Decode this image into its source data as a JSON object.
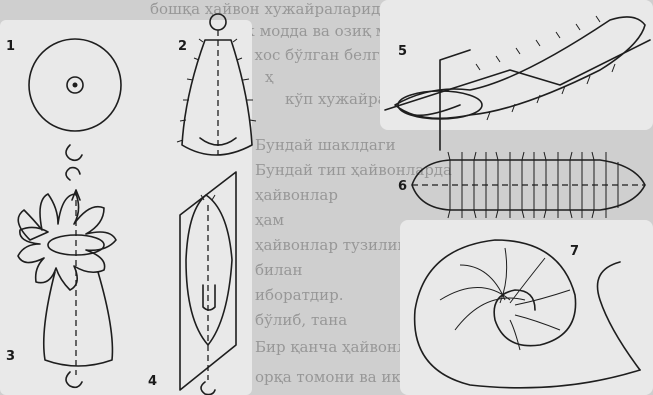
{
  "background_text": [
    "бошқа ҳайвон хужайраларидан иборат, маҳсус ва тана",
    "органик модда ва озиқ моддаларни асосан мустақил",
    "ҳайвонларга хос бўлган белгилар кузатилади",
    "ҳ",
    "кўп хужайрали ҳайвонлардир",
    "Бундай шаклдаги",
    "Бундай тип ҳайвонларда",
    "ҳайвонлар",
    "ҳам",
    "ҳайвонлар тузилишини ўрганиш",
    "билан",
    "иборатдир.",
    "бўлиб, тана",
    "Бир қанча ҳайвонлар оғзи, ва тананинг олдинги",
    "орқа томони ва иккита ён томони бўлади"
  ],
  "figures": [
    {
      "id": "1",
      "label": "1",
      "description": "radial-sphere"
    },
    {
      "id": "2",
      "label": "2",
      "description": "radial-ciliate"
    },
    {
      "id": "3",
      "label": "3",
      "description": "sea-anemone"
    },
    {
      "id": "4",
      "label": "4",
      "description": "flatworm-plane"
    },
    {
      "id": "5",
      "label": "5",
      "description": "bilateral-worm-planes"
    },
    {
      "id": "6",
      "label": "6",
      "description": "segmented-worm"
    },
    {
      "id": "7",
      "label": "7",
      "description": "nautilus-shell"
    }
  ],
  "colors": {
    "ink": "#1e1e1e",
    "paper": "#cfcfcf"
  }
}
